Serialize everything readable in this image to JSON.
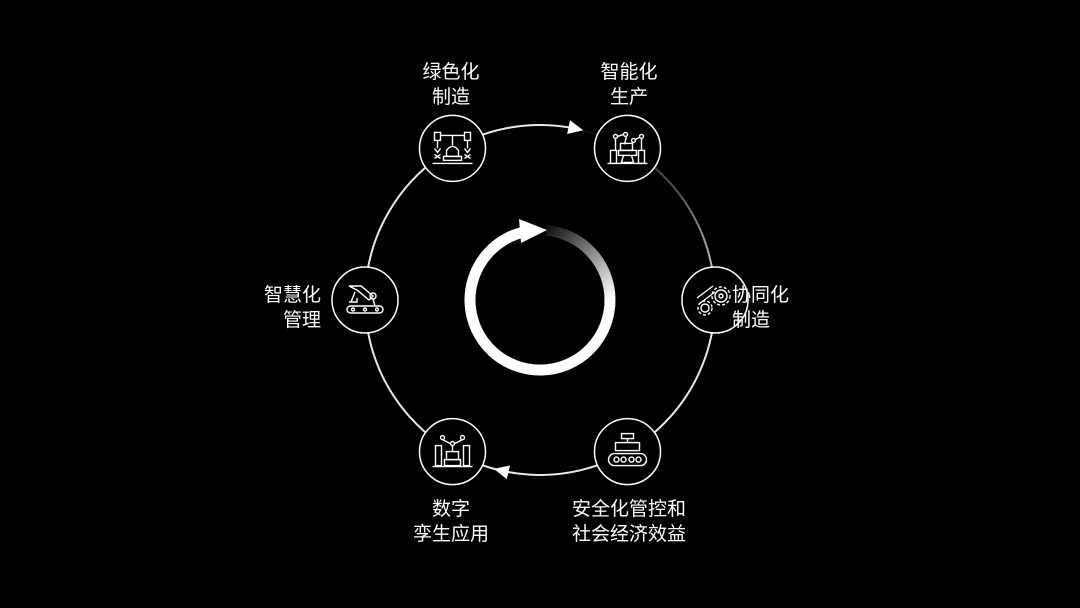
{
  "diagram": {
    "type": "cycle",
    "nodes": [
      {
        "id": "green",
        "lines": [
          "绿色化",
          "制造"
        ],
        "icon": "robotic-arms-assembly-icon"
      },
      {
        "id": "smart-production",
        "lines": [
          "智能化",
          "生产"
        ],
        "icon": "automated-production-line-icon"
      },
      {
        "id": "collaborative",
        "lines": [
          "协同化",
          "制造"
        ],
        "icon": "gears-icon"
      },
      {
        "id": "safety",
        "lines": [
          "安全化管控和",
          "社会经济效益"
        ],
        "icon": "conveyor-machine-icon"
      },
      {
        "id": "digital-twin",
        "lines": [
          "数字",
          "孪生应用"
        ],
        "icon": "digital-twin-robot-icon"
      },
      {
        "id": "smart-management",
        "lines": [
          "智慧化",
          "管理"
        ],
        "icon": "robot-arm-conveyor-icon"
      }
    ],
    "center_icon": "cycle-arrow-icon",
    "colors": {
      "background": "#000000",
      "foreground": "#ffffff",
      "faded": "#3a3a3a"
    }
  }
}
